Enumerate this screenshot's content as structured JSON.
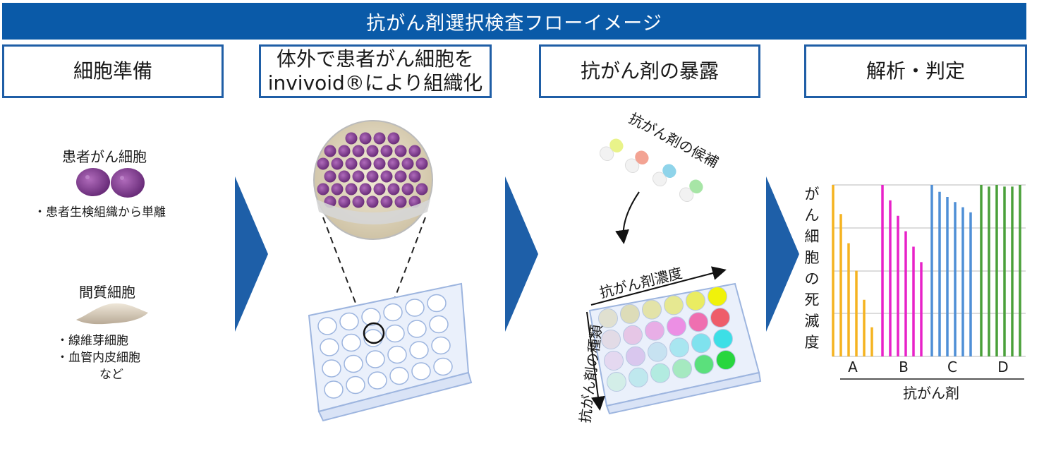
{
  "title": "抗がん剤選択検査フローイメージ",
  "steps": [
    {
      "label": "細胞準備"
    },
    {
      "label_line1": "体外で患者がん細胞を",
      "label_line2": "invivoid®により組織化"
    },
    {
      "label": "抗がん剤の暴露"
    },
    {
      "label": "解析・判定"
    }
  ],
  "cells": {
    "patient_label": "患者がん細胞",
    "patient_note": "・患者生検組織から単離",
    "stroma_label": "間質細胞",
    "stroma_notes": [
      "・線維芽細胞",
      "・血管内皮細胞",
      "など"
    ]
  },
  "exposure": {
    "candidates_label": "抗がん剤の候補",
    "concentration_label": "抗がん剤濃度",
    "type_label": "抗がん剤の種類"
  },
  "colors": {
    "banner": "#0a5aa8",
    "box_border": "#1f5ea6",
    "arrow": "#1e5fa8",
    "cancer_cell": "#7a3a88",
    "plate": "#9db5df"
  },
  "chart_data": {
    "type": "bar",
    "ylabel": "がん細胞の死滅度",
    "xlabel": "抗がん剤",
    "grid": true,
    "ylim": [
      0,
      1
    ],
    "categories": [
      "A",
      "B",
      "C",
      "D"
    ],
    "series": [
      {
        "category": "A",
        "color": "#f5b320",
        "values": [
          1.0,
          0.83,
          0.66,
          0.5,
          0.33,
          0.17
        ]
      },
      {
        "category": "B",
        "color": "#e822c8",
        "values": [
          1.0,
          0.91,
          0.82,
          0.73,
          0.64,
          0.55
        ]
      },
      {
        "category": "C",
        "color": "#4f8fd6",
        "values": [
          1.0,
          0.96,
          0.93,
          0.9,
          0.87,
          0.84
        ]
      },
      {
        "category": "D",
        "color": "#4aa03a",
        "values": [
          1.0,
          0.99,
          1.0,
          0.99,
          0.99,
          1.0
        ]
      }
    ]
  }
}
